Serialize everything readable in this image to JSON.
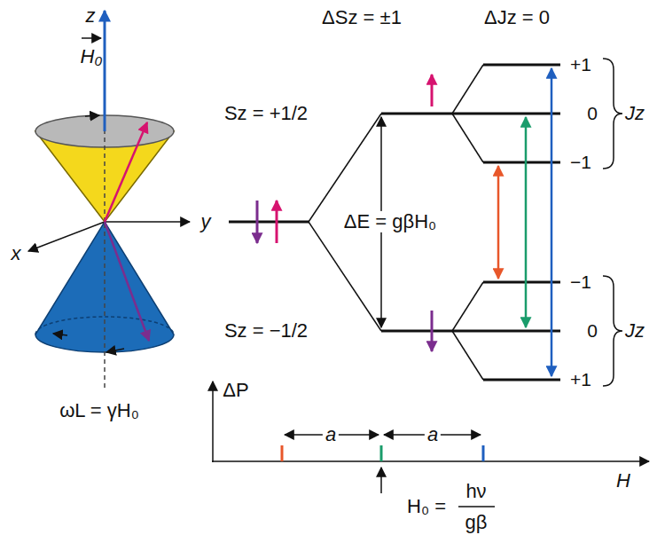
{
  "diagram": {
    "labels": [
      "z",
      "H₀",
      "ΔSz = ±1",
      "ΔJz = 0",
      "+1",
      "Sz = +1/2",
      "0",
      "Jz",
      "−1",
      "y",
      "ΔE = gβH₀",
      "x",
      "−1",
      "Sz = −1/2",
      "0",
      "Jz",
      "+1",
      "ωL = γH₀",
      "ΔP",
      "a",
      "a",
      "H",
      "H₀ =",
      "hν",
      "gβ"
    ]
  }
}
